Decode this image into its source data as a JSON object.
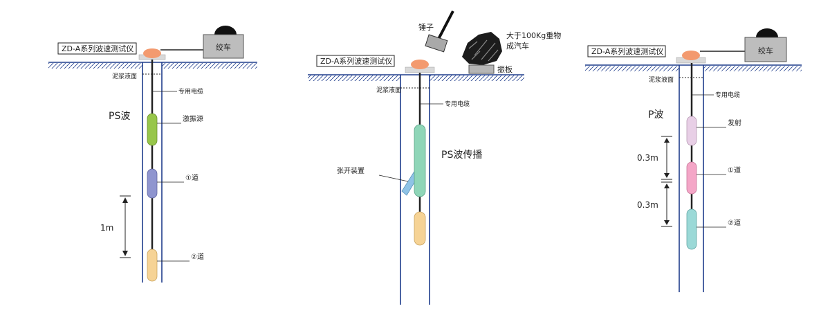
{
  "colors": {
    "ground": "#1f3d8c",
    "well_wall": "#1f3d8c",
    "cable": "#222222",
    "sensor_green": "#97c64a",
    "sensor_blue": "#8f95cf",
    "sensor_orange": "#f6d395",
    "sensor_teal": "#8fd6b8",
    "sensor_pink": "#f4a6c7",
    "sensor_lilac": "#e8cfe6",
    "sensor_cyan": "#9bd9d7",
    "hammer_gray": "#a9a9a9",
    "plate_gray": "#b5b5b5",
    "winch_gray": "#bdbdbd",
    "pad_orange": "#f39a6f",
    "expander_blue": "#8fc3e6"
  },
  "panel1": {
    "instrument": "ZD-A系列波速测试仪",
    "winch": "绞车",
    "mud_level": "泥浆液面",
    "cable": "专用电缆",
    "mode": "PS波",
    "source": "激振源",
    "ch1": "①道",
    "ch2": "②道",
    "spacing": "1m"
  },
  "panel2": {
    "hammer": "锤子",
    "weight_line1": "大于100Kg重物",
    "weight_line2": "成汽车",
    "instrument": "ZD-A系列波速测试仪",
    "plate": "振板",
    "mud_level": "泥浆液面",
    "cable": "专用电缆",
    "mode": "PS波传播",
    "expander": "张开装置"
  },
  "panel3": {
    "instrument": "ZD-A系列波速测试仪",
    "winch": "绞车",
    "mud_level": "泥浆液面",
    "cable": "专用电缆",
    "mode": "P波",
    "emit": "发射",
    "spacing_1": "0.3m",
    "spacing_2": "0.3m",
    "ch1": "①道",
    "ch2": "②道"
  }
}
